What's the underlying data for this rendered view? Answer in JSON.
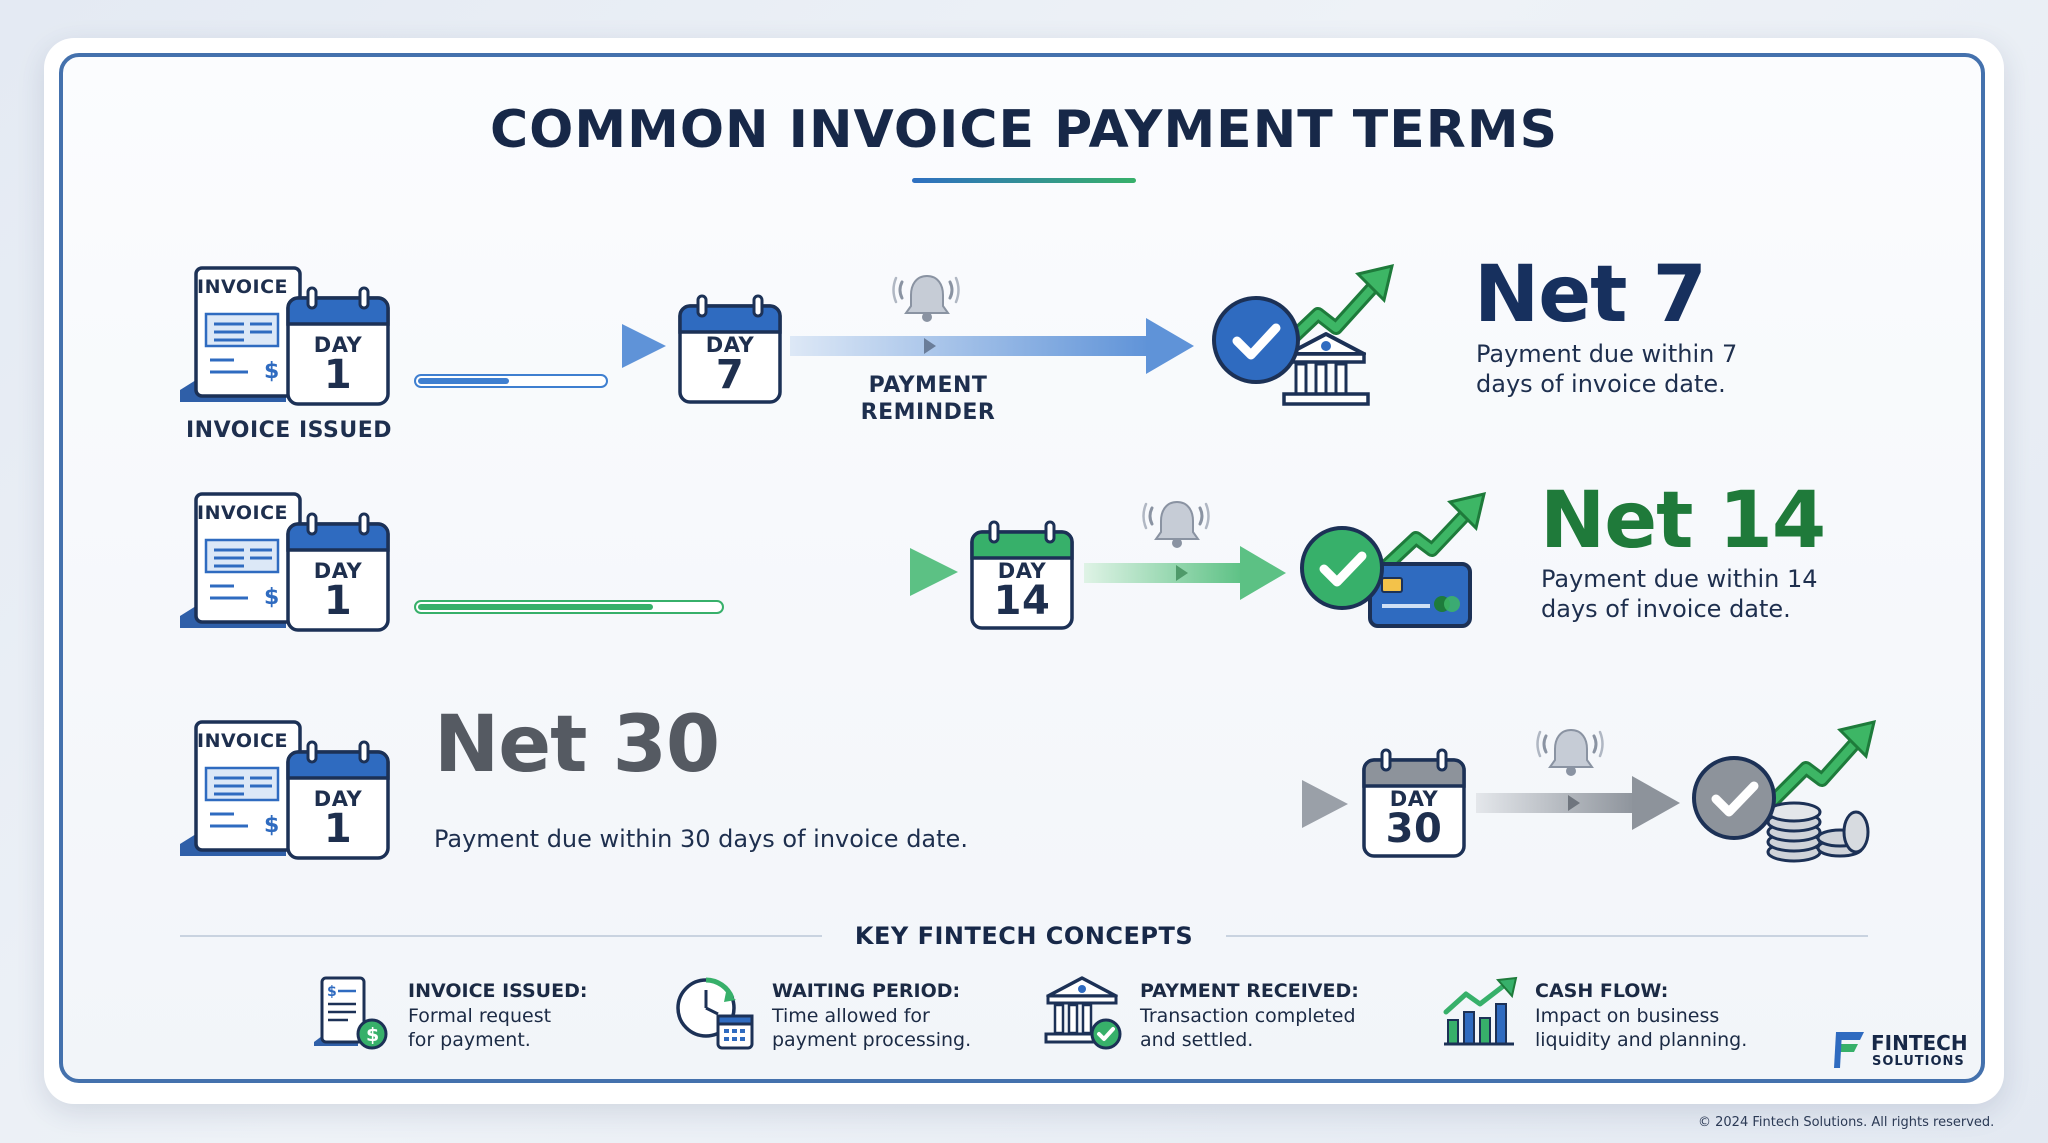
{
  "title": "COMMON INVOICE PAYMENT TERMS",
  "colors": {
    "net7": "#17305e",
    "net14": "#1f7a3a",
    "net30": "#555a62",
    "blue_accent": "#2e6fc2",
    "green_accent": "#37b06a",
    "frame": "#4471ad"
  },
  "timelines": [
    {
      "name": "Net 7",
      "description": "Payment due within 7 days of invoice date.",
      "invoice_label": "INVOICE",
      "start_day_label": "DAY",
      "start_day_number": "1",
      "start_caption": "INVOICE ISSUED",
      "progress_fraction": 0.5,
      "due_day_label": "DAY",
      "due_day_number": "7",
      "reminder_caption": "PAYMENT\nREMINDER",
      "end_icon": "bank-check-growth-icon"
    },
    {
      "name": "Net 14",
      "description": "Payment due within 14 days of invoice date.",
      "invoice_label": "INVOICE",
      "start_day_label": "DAY",
      "start_day_number": "1",
      "progress_fraction": 0.78,
      "due_day_label": "DAY",
      "due_day_number": "14",
      "end_icon": "credit-card-check-growth-icon"
    },
    {
      "name": "Net 30",
      "description": "Payment due within 30 days of invoice date.",
      "invoice_label": "INVOICE",
      "start_day_label": "DAY",
      "start_day_number": "1",
      "due_day_label": "DAY",
      "due_day_number": "30",
      "end_icon": "coins-check-growth-icon"
    }
  ],
  "concepts_heading": "KEY FINTECH CONCEPTS",
  "concepts": [
    {
      "icon": "invoice-dollar-icon",
      "title": "INVOICE ISSUED:",
      "description": "Formal request for payment."
    },
    {
      "icon": "clock-calendar-icon",
      "title": "WAITING PERIOD:",
      "description": "Time allowed for payment processing."
    },
    {
      "icon": "bank-check-icon",
      "title": "PAYMENT RECEIVED:",
      "description": "Transaction completed and settled."
    },
    {
      "icon": "growth-chart-icon",
      "title": "CASH FLOW:",
      "description": "Impact on business liquidity and planning."
    }
  ],
  "logo": {
    "name": "FINTECH",
    "sub": "SOLUTIONS"
  },
  "copyright": "© 2024 Fintech Solutions. All rights reserved."
}
